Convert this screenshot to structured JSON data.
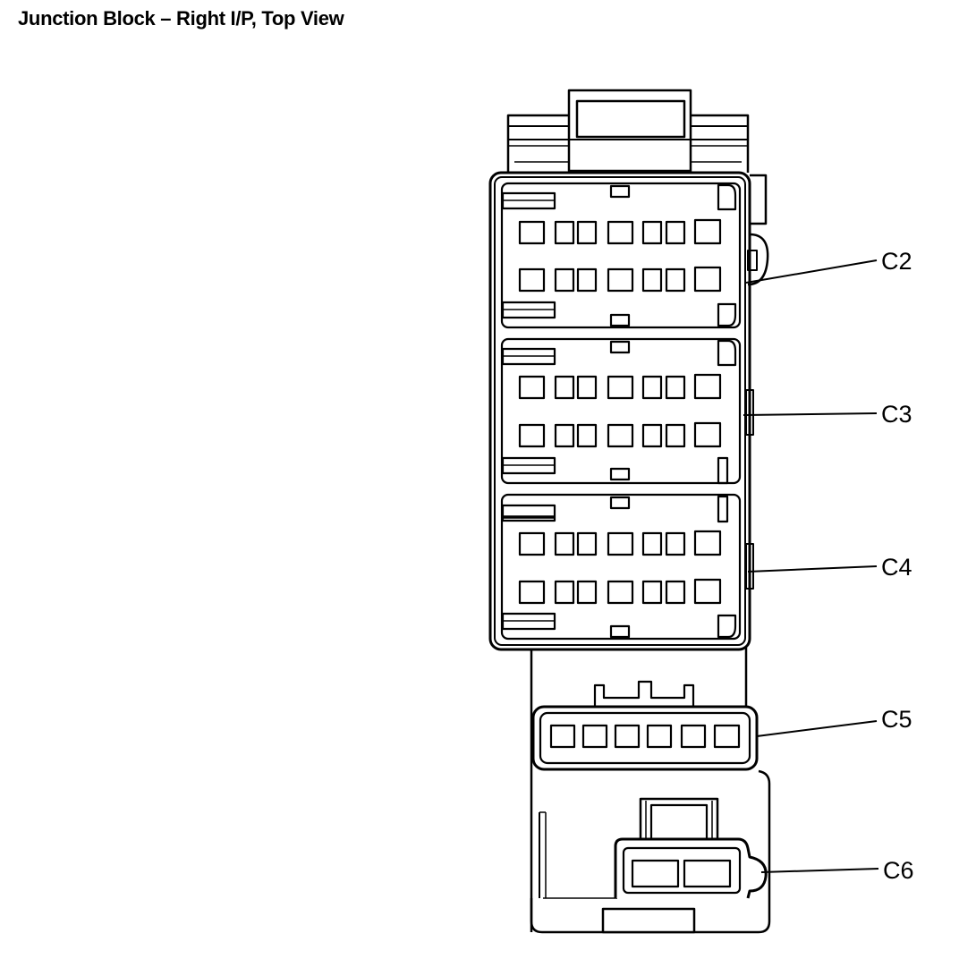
{
  "title": "Junction Block – Right I/P, Top View",
  "connectors": [
    {
      "id": "c2",
      "label": "C2"
    },
    {
      "id": "c3",
      "label": "C3"
    },
    {
      "id": "c4",
      "label": "C4"
    },
    {
      "id": "c5",
      "label": "C5"
    },
    {
      "id": "c6",
      "label": "C6"
    }
  ]
}
